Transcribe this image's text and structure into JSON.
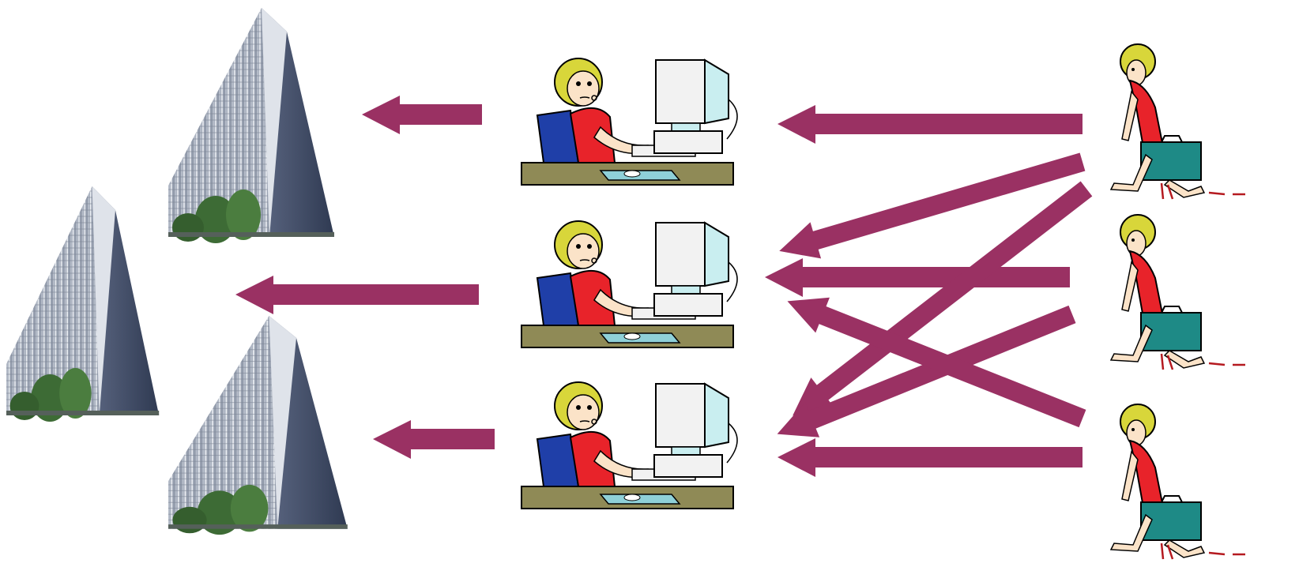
{
  "colors": {
    "arrow": "#9a3163",
    "building_glass": "#9aa5b8",
    "building_shadow": "#4a556e",
    "tree": "#3d6b35",
    "hair": "#d8d63a",
    "dress": "#e8232a",
    "chair": "#1f3fa8",
    "desk": "#8f8a56",
    "monitor": "#f2f2f2",
    "briefcase": "#1e8a86"
  },
  "icons": {
    "building": "office-building-icon",
    "worker": "computer-worker-icon",
    "walker": "walking-person-icon",
    "arrow": "arrow-left-icon"
  },
  "groups": {
    "buildings": 3,
    "workers": 3,
    "walkers": 3
  }
}
